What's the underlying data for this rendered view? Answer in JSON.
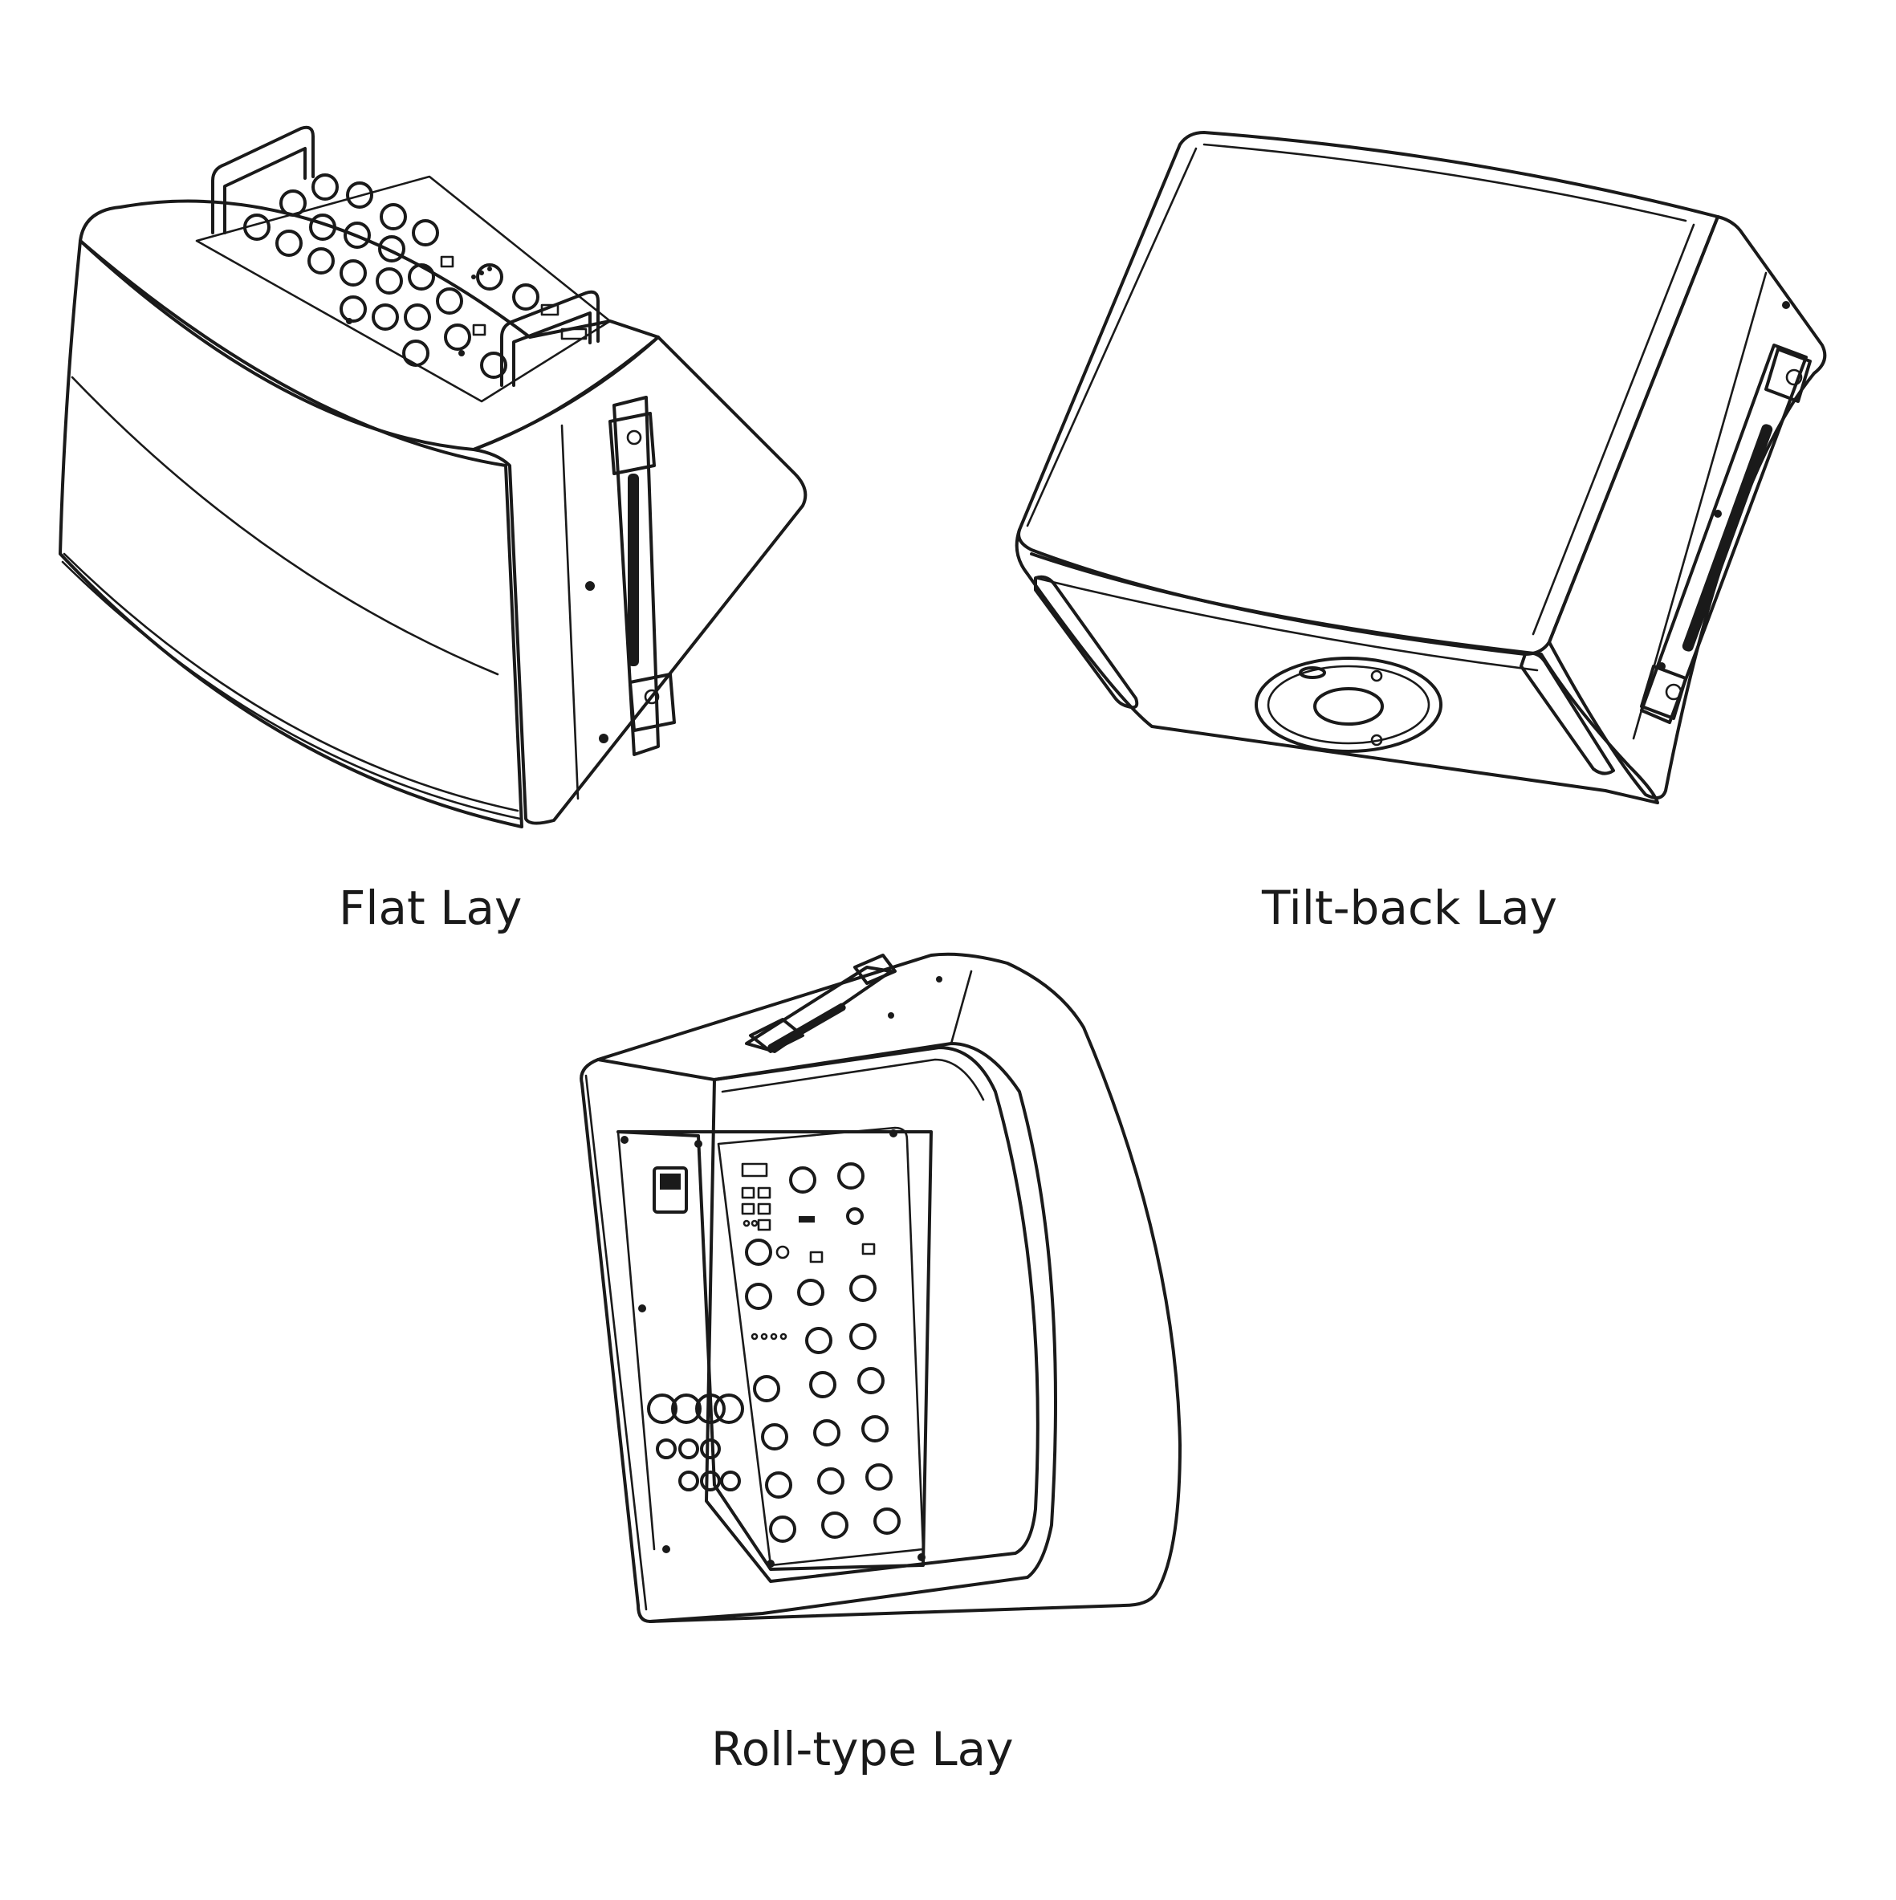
{
  "captions": {
    "flat": "Flat Lay",
    "tilt": "Tilt-back Lay",
    "roll": "Roll-type Lay"
  },
  "colors": {
    "line": "#1a1a1a",
    "background": "#ffffff"
  }
}
